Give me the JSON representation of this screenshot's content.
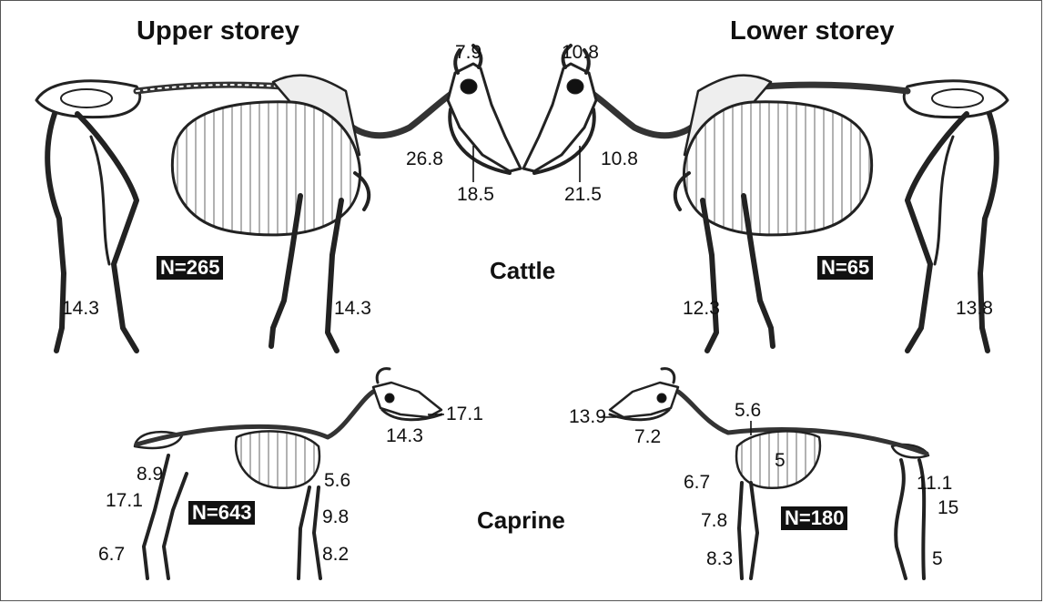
{
  "titles": {
    "upper": "Upper storey",
    "lower": "Lower storey"
  },
  "species": {
    "cattle": "Cattle",
    "caprine": "Caprine"
  },
  "cattle_upper": {
    "n": "N=265",
    "horn": "7.9",
    "mandible_left": "26.8",
    "mandible_bottom": "18.5",
    "hind_foot": "14.3",
    "fore_foot": "14.3"
  },
  "cattle_lower": {
    "n": "N=65",
    "horn": "10.8",
    "mandible_right": "10.8",
    "mandible_bottom": "21.5",
    "fore_foot": "12.3",
    "hind_foot": "13.8"
  },
  "caprine_upper": {
    "n": "N=643",
    "mandible_right": "17.1",
    "mandible_bottom": "14.3",
    "pelvis": "8.9",
    "femur": "17.1",
    "hind_foot": "6.7",
    "scapula": "5.6",
    "radius": "9.8",
    "fore_foot": "8.2"
  },
  "caprine_lower": {
    "n": "N=180",
    "mandible_left": "13.9",
    "mandible_bottom": "7.2",
    "scapula_top": "5.6",
    "ribs": "5",
    "humerus": "6.7",
    "radius": "7.8",
    "fore_foot": "8.3",
    "femur": "11.1",
    "tibia": "15",
    "hind_foot": "5"
  }
}
